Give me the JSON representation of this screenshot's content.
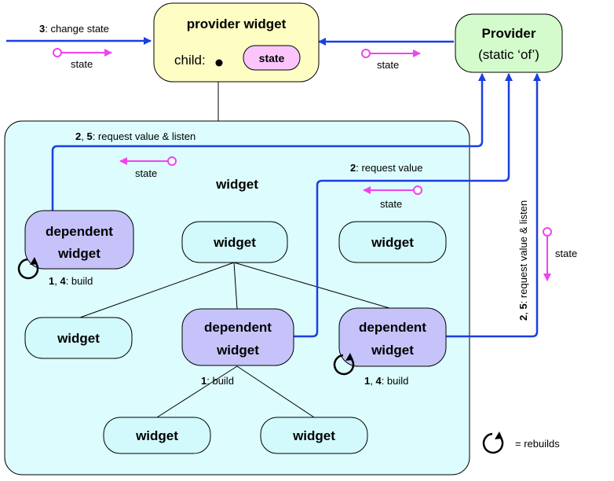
{
  "diagram": {
    "provider_widget": {
      "title": "provider widget",
      "child_label": "child:",
      "state_label": "state"
    },
    "provider": {
      "title": "Provider",
      "subtitle": "(static ‘of’)"
    },
    "container_label": "widget",
    "nodes": {
      "dep_left": [
        "dependent",
        "widget"
      ],
      "dep_center": [
        "dependent",
        "widget"
      ],
      "dep_right": [
        "dependent",
        "widget"
      ],
      "w_top": "widget",
      "w_right": "widget",
      "w_left": "widget",
      "w_bottom_left": "widget",
      "w_bottom_right": "widget"
    },
    "edges": {
      "change_state": {
        "num": "3",
        "text": ": change state"
      },
      "request_listen_top": {
        "num": "2",
        "sep": ", ",
        "num2": "5",
        "text": ": request value & listen"
      },
      "request_value": {
        "num": "2",
        "text": ": request value"
      },
      "request_listen_vertical": {
        "num": "2",
        "sep": ", ",
        "num2": "5",
        "text": ": request value & listen"
      },
      "build_left": {
        "num": "1",
        "sep": ", ",
        "num2": "4",
        "text": ": build"
      },
      "build_center": {
        "num": "1",
        "text": ": build"
      },
      "build_right": {
        "num": "1",
        "sep": ", ",
        "num2": "4",
        "text": ": build"
      }
    },
    "state_labels": [
      "state",
      "state",
      "state",
      "state",
      "state"
    ],
    "legend": "= rebuilds",
    "colors": {
      "blue": "#1a3fe0",
      "magenta": "#ee44ee",
      "yellow_fill": "#fefdc4",
      "green_fill": "#d4fbcc",
      "cyan_fill": "#d2f9fb",
      "container_fill": "#ddfcfd",
      "purple_fill": "#c6c3fa",
      "pink_fill": "#f9c5fb"
    }
  }
}
